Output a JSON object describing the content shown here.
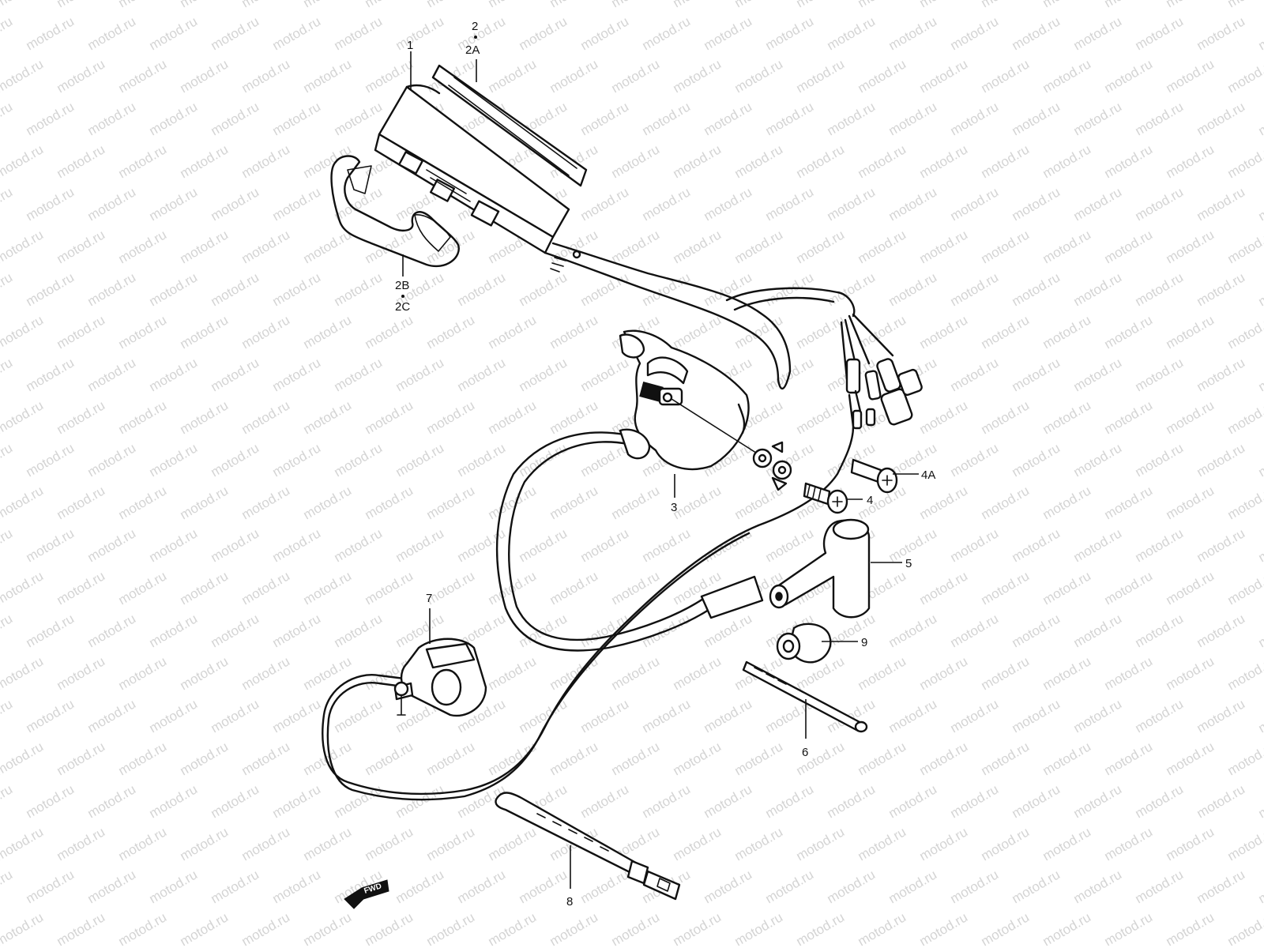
{
  "watermark": {
    "text": "motod.ru",
    "color": "#d4d4d4"
  },
  "callouts": {
    "p1": "1",
    "p2": "2",
    "p2a": "2A",
    "p2b": "2B",
    "p2c": "2C",
    "p3": "3",
    "p4": "4",
    "p4a": "4A",
    "p5": "5",
    "p6": "6",
    "p7": "7",
    "p8": "8",
    "p9": "9"
  },
  "direction_badge": {
    "label": "FWD",
    "icon": "forward-arrow-icon"
  },
  "colors": {
    "line": "#111111",
    "background": "#ffffff"
  }
}
